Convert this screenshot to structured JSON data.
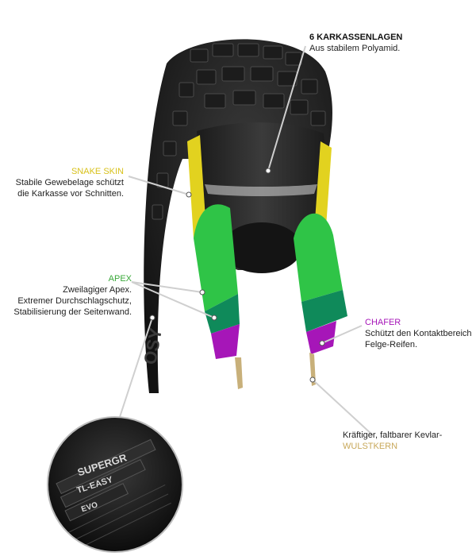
{
  "colors": {
    "snake_skin": "#e2d21f",
    "apex": "#2fc447",
    "apex_dark": "#0f8a5a",
    "chafer": "#a616b8",
    "bead": "#c8b07a",
    "carcass": "#2b2b2b",
    "text": "#222222"
  },
  "callouts": {
    "carcass": {
      "title": "6 KARKASSENLAGEN",
      "text": "Aus stabilem Polyamid."
    },
    "snake_skin": {
      "title": "SNAKE SKIN",
      "lines": [
        "Stabile Gewebelage schützt",
        "die Karkasse vor Schnitten."
      ]
    },
    "apex": {
      "title": "APEX",
      "lines": [
        "Zweilagiger Apex.",
        "Extremer Durchschlagschutz,",
        "Stabilisierung der Seitenwand."
      ]
    },
    "chafer": {
      "title": "CHAFER",
      "lines": [
        "Schützt den Kontaktbereich",
        "Felge-Reifen."
      ]
    },
    "bead": {
      "line": "Kräftiger, faltbarer Kevlar-",
      "title": "WULSTKERN"
    }
  },
  "sidewall_text": [
    "SUPERGR",
    "TL-EASY",
    "EVO"
  ]
}
